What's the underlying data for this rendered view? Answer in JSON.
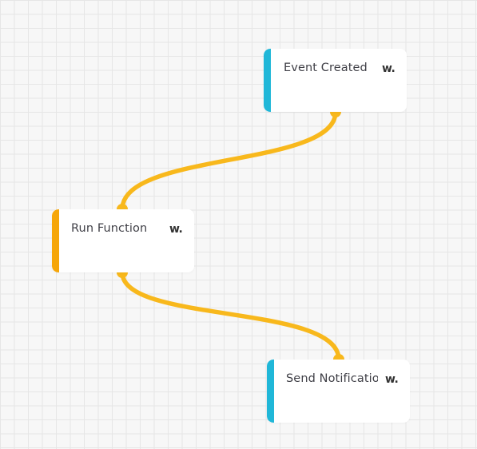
{
  "workflow": {
    "nodes": [
      {
        "title": "Event Created",
        "type": "trigger",
        "logo": "w.",
        "accent": "#20b7d8"
      },
      {
        "title": "Run Function",
        "type": "function",
        "logo": "w.",
        "accent": "#f6a609"
      },
      {
        "title": "Send Notification",
        "type": "action",
        "logo": "w.",
        "accent": "#20b7d8"
      }
    ],
    "connections": [
      {
        "from": "Event Created",
        "to": "Run Function"
      },
      {
        "from": "Run Function",
        "to": "Send Notification"
      }
    ],
    "wire_color": "#f8b81c"
  }
}
